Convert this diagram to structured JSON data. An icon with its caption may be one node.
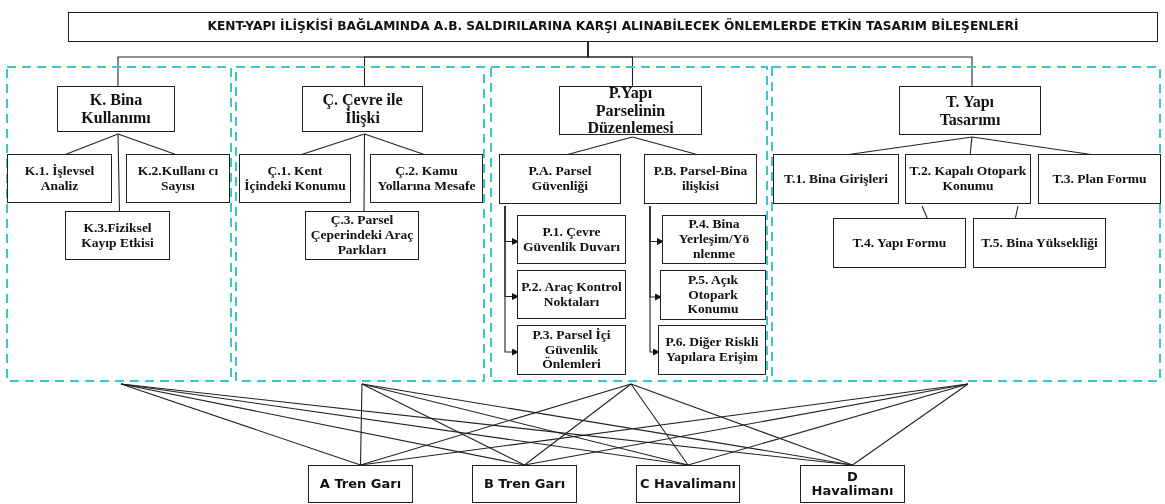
{
  "diagram": {
    "nodes": [
      {
        "text": [
          "KENT-YAPI İLİŞKİSİ BAĞLAMINDA A.B. SALDIRILARINA KARŞI ALINABİLECEK ÖNLEMLERDE ETKİN TASARIM BİLEŞENLERİ"
        ]
      },
      {
        "text": [],
        "shape": "box"
      },
      {
        "text": [
          "K. Bina Kullanımı"
        ],
        "in": 1
      },
      {
        "text": [
          "K.1. İşlevsel Analiz"
        ],
        "in": 1
      },
      {
        "text": [
          "K.2.Kullanı cı Sayısı"
        ],
        "in": 1
      },
      {
        "text": [
          "K.3.Fiziksel Kayıp Etkisi"
        ],
        "in": 1
      },
      {
        "text": [],
        "shape": "box"
      },
      {
        "text": [
          "Ç. Çevre ile İlişki"
        ],
        "in": 6
      },
      {
        "text": [
          "Ç.1. Kent İçindeki Konumu"
        ],
        "in": 6
      },
      {
        "text": [
          "Ç.2. Kamu Yollarına Mesafe"
        ],
        "in": 6
      },
      {
        "text": [
          "Ç.3. Parsel Çeperindeki Araç Parkları"
        ],
        "in": 6
      },
      {
        "text": [],
        "shape": "box"
      },
      {
        "text": [
          "P.Yapı Parselinin Düzenlemesi"
        ],
        "in": 11
      },
      {
        "text": [
          "P.A. Parsel Güvenliği"
        ],
        "in": 11
      },
      {
        "text": [
          "P.B. Parsel-Bina ilişkisi"
        ],
        "in": 11
      },
      {
        "text": [
          "P.1. Çevre Güvenlik Duvarı"
        ],
        "in": 11
      },
      {
        "text": [
          "P.2. Araç Kontrol Noktaları"
        ],
        "in": 11
      },
      {
        "text": [
          "P.3. Parsel İçi Güvenlik Önlemleri"
        ],
        "in": 11
      },
      {
        "text": [
          "P.4. Bina Yerleşim/Yö nlenme"
        ],
        "in": 11
      },
      {
        "text": [
          "P.5. Açık Otopark Konumu"
        ],
        "in": 11
      },
      {
        "text": [
          "P.6. Diğer Riskli Yapılara Erişim"
        ],
        "in": 11
      },
      {
        "text": [],
        "shape": "box"
      },
      {
        "text": [
          "T. Yapı Tasarımı"
        ],
        "in": 21
      },
      {
        "text": [
          "T.1. Bina Girişleri"
        ],
        "in": 21
      },
      {
        "text": [
          "T.2. Kapalı Otopark Konumu"
        ],
        "in": 21
      },
      {
        "text": [
          "T.3. Plan Formu"
        ],
        "in": 21
      },
      {
        "text": [
          "T.4. Yapı Formu"
        ],
        "in": 21
      },
      {
        "text": [
          "T.5. Bina Yüksekliği"
        ],
        "in": 21
      },
      {
        "text": [
          "A Tren Garı"
        ]
      },
      {
        "text": [
          "B Tren Garı"
        ]
      },
      {
        "text": [
          "C Havalimanı"
        ]
      },
      {
        "text": [
          "D Havalimanı"
        ]
      }
    ],
    "edges": [
      {
        "from": 0,
        "to": 2,
        "arrow": "none"
      },
      {
        "from": 0,
        "to": 7,
        "arrow": "none"
      },
      {
        "from": 0,
        "to": 12,
        "arrow": "none"
      },
      {
        "from": 0,
        "to": 22,
        "arrow": "none"
      },
      {
        "from": 2,
        "to": 3,
        "arrow": "none"
      },
      {
        "from": 2,
        "to": 4,
        "arrow": "none"
      },
      {
        "from": 2,
        "to": 5,
        "arrow": "none"
      },
      {
        "from": 7,
        "to": 8,
        "arrow": "none"
      },
      {
        "from": 7,
        "to": 9,
        "arrow": "none"
      },
      {
        "from": 7,
        "to": 10,
        "arrow": "none"
      },
      {
        "from": 12,
        "to": 13,
        "arrow": "none"
      },
      {
        "from": 12,
        "to": 14,
        "arrow": "none"
      },
      {
        "from": 13,
        "to": 15,
        "arrow": "to"
      },
      {
        "from": 13,
        "to": 16,
        "arrow": "to"
      },
      {
        "from": 13,
        "to": 17,
        "arrow": "to"
      },
      {
        "from": 14,
        "to": 18,
        "arrow": "to"
      },
      {
        "from": 14,
        "to": 19,
        "arrow": "to"
      },
      {
        "from": 14,
        "to": 20,
        "arrow": "to"
      },
      {
        "from": 22,
        "to": 23,
        "arrow": "none"
      },
      {
        "from": 22,
        "to": 24,
        "arrow": "none"
      },
      {
        "from": 22,
        "to": 25,
        "arrow": "none"
      },
      {
        "from": 24,
        "to": 26,
        "arrow": "none"
      },
      {
        "from": 24,
        "to": 27,
        "arrow": "none"
      },
      {
        "from": 1,
        "to": 28,
        "arrow": "none"
      },
      {
        "from": 1,
        "to": 29,
        "arrow": "none"
      },
      {
        "from": 1,
        "to": 30,
        "arrow": "none"
      },
      {
        "from": 1,
        "to": 31,
        "arrow": "none"
      },
      {
        "from": 6,
        "to": 28,
        "arrow": "none"
      },
      {
        "from": 6,
        "to": 29,
        "arrow": "none"
      },
      {
        "from": 6,
        "to": 30,
        "arrow": "none"
      },
      {
        "from": 6,
        "to": 31,
        "arrow": "none"
      },
      {
        "from": 11,
        "to": 28,
        "arrow": "none"
      },
      {
        "from": 11,
        "to": 29,
        "arrow": "none"
      },
      {
        "from": 11,
        "to": 30,
        "arrow": "none"
      },
      {
        "from": 11,
        "to": 31,
        "arrow": "none"
      },
      {
        "from": 21,
        "to": 28,
        "arrow": "none"
      },
      {
        "from": 21,
        "to": 29,
        "arrow": "none"
      },
      {
        "from": 21,
        "to": 30,
        "arrow": "none"
      },
      {
        "from": 21,
        "to": 31,
        "arrow": "none"
      }
    ]
  }
}
